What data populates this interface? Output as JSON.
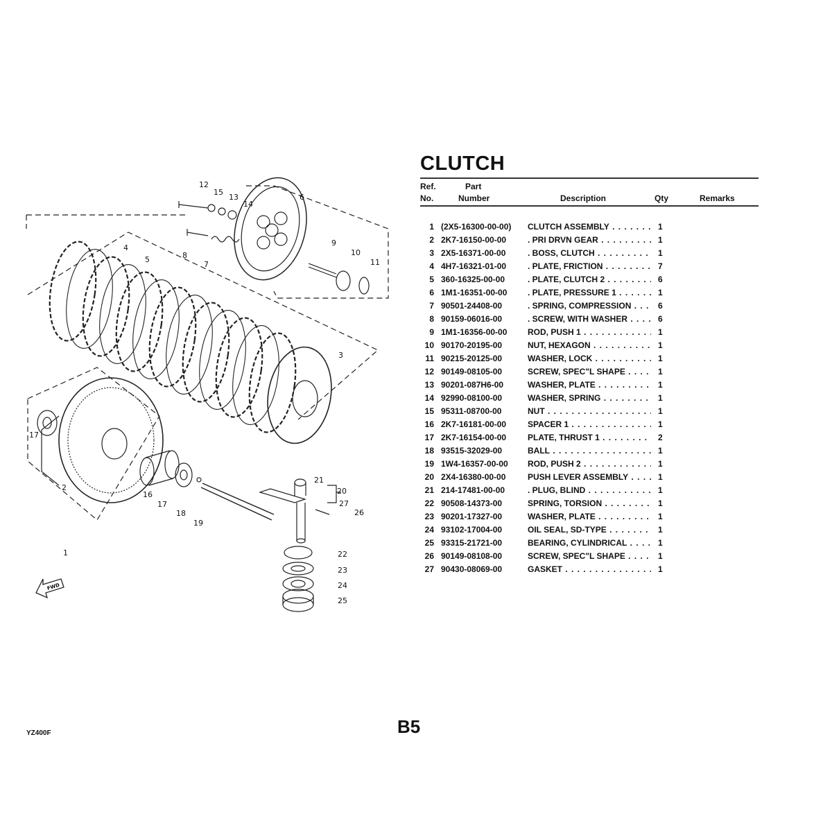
{
  "title": "CLUTCH",
  "table": {
    "headers": {
      "ref_line1": "Ref.",
      "ref_line2": "No.",
      "part_line1": "Part",
      "part_line2": "Number",
      "description": "Description",
      "qty": "Qty",
      "remarks": "Remarks"
    },
    "rows": [
      {
        "no": "1",
        "part": "(2X5-16300-00-00)",
        "desc": "CLUTCH ASSEMBLY",
        "qty": "1"
      },
      {
        "no": "2",
        "part": "2K7-16150-00-00",
        "desc": ". PRI DRVN GEAR",
        "qty": "1"
      },
      {
        "no": "3",
        "part": "2X5-16371-00-00",
        "desc": ". BOSS, CLUTCH",
        "qty": "1"
      },
      {
        "no": "4",
        "part": "4H7-16321-01-00",
        "desc": ". PLATE, FRICTION",
        "qty": "7"
      },
      {
        "no": "5",
        "part": "360-16325-00-00",
        "desc": ". PLATE, CLUTCH 2",
        "qty": "6"
      },
      {
        "no": "6",
        "part": "1M1-16351-00-00",
        "desc": ". PLATE, PRESSURE 1",
        "qty": "1"
      },
      {
        "no": "7",
        "part": "90501-24408-00",
        "desc": ". SPRING, COMPRESSION",
        "qty": "6"
      },
      {
        "no": "8",
        "part": "90159-06016-00",
        "desc": ". SCREW, WITH WASHER",
        "qty": "6"
      },
      {
        "no": "9",
        "part": "1M1-16356-00-00",
        "desc": "ROD, PUSH 1",
        "qty": "1"
      },
      {
        "no": "10",
        "part": "90170-20195-00",
        "desc": "NUT, HEXAGON",
        "qty": "1"
      },
      {
        "no": "11",
        "part": "90215-20125-00",
        "desc": "WASHER, LOCK",
        "qty": "1"
      },
      {
        "no": "12",
        "part": "90149-08105-00",
        "desc": "SCREW, SPEC\"L SHAPE",
        "qty": "1"
      },
      {
        "no": "13",
        "part": "90201-087H6-00",
        "desc": "WASHER, PLATE",
        "qty": "1"
      },
      {
        "no": "14",
        "part": "92990-08100-00",
        "desc": "WASHER, SPRING",
        "qty": "1"
      },
      {
        "no": "15",
        "part": "95311-08700-00",
        "desc": "NUT",
        "qty": "1"
      },
      {
        "no": "16",
        "part": "2K7-16181-00-00",
        "desc": "SPACER 1",
        "qty": "1"
      },
      {
        "no": "17",
        "part": "2K7-16154-00-00",
        "desc": "PLATE, THRUST 1",
        "qty": "2"
      },
      {
        "no": "18",
        "part": "93515-32029-00",
        "desc": "BALL",
        "qty": "1"
      },
      {
        "no": "19",
        "part": "1W4-16357-00-00",
        "desc": "ROD, PUSH 2",
        "qty": "1"
      },
      {
        "no": "20",
        "part": "2X4-16380-00-00",
        "desc": "PUSH LEVER ASSEMBLY",
        "qty": "1"
      },
      {
        "no": "21",
        "part": "214-17481-00-00",
        "desc": ". PLUG, BLIND",
        "qty": "1"
      },
      {
        "no": "22",
        "part": "90508-14373-00",
        "desc": "SPRING, TORSION",
        "qty": "1"
      },
      {
        "no": "23",
        "part": "90201-17327-00",
        "desc": "WASHER, PLATE",
        "qty": "1"
      },
      {
        "no": "24",
        "part": "93102-17004-00",
        "desc": "OIL SEAL, SD-TYPE",
        "qty": "1"
      },
      {
        "no": "25",
        "part": "93315-21721-00",
        "desc": "BEARING, CYLINDRICAL",
        "qty": "1"
      },
      {
        "no": "26",
        "part": "90149-08108-00",
        "desc": "SCREW, SPEC\"L SHAPE",
        "qty": "1"
      },
      {
        "no": "27",
        "part": "90430-08069-00",
        "desc": "GASKET",
        "qty": "1"
      }
    ]
  },
  "diagram": {
    "callouts": [
      "12",
      "15",
      "13",
      "14",
      "6",
      "8",
      "7",
      "9",
      "10",
      "11",
      "4",
      "5",
      "3",
      "17",
      "2",
      "1",
      "16",
      "17",
      "18",
      "19",
      "21",
      "20",
      "27",
      "26",
      "22",
      "23",
      "24",
      "25"
    ],
    "fwd_label": "FWD"
  },
  "footer": {
    "model": "YZ400F",
    "page": "B5"
  }
}
